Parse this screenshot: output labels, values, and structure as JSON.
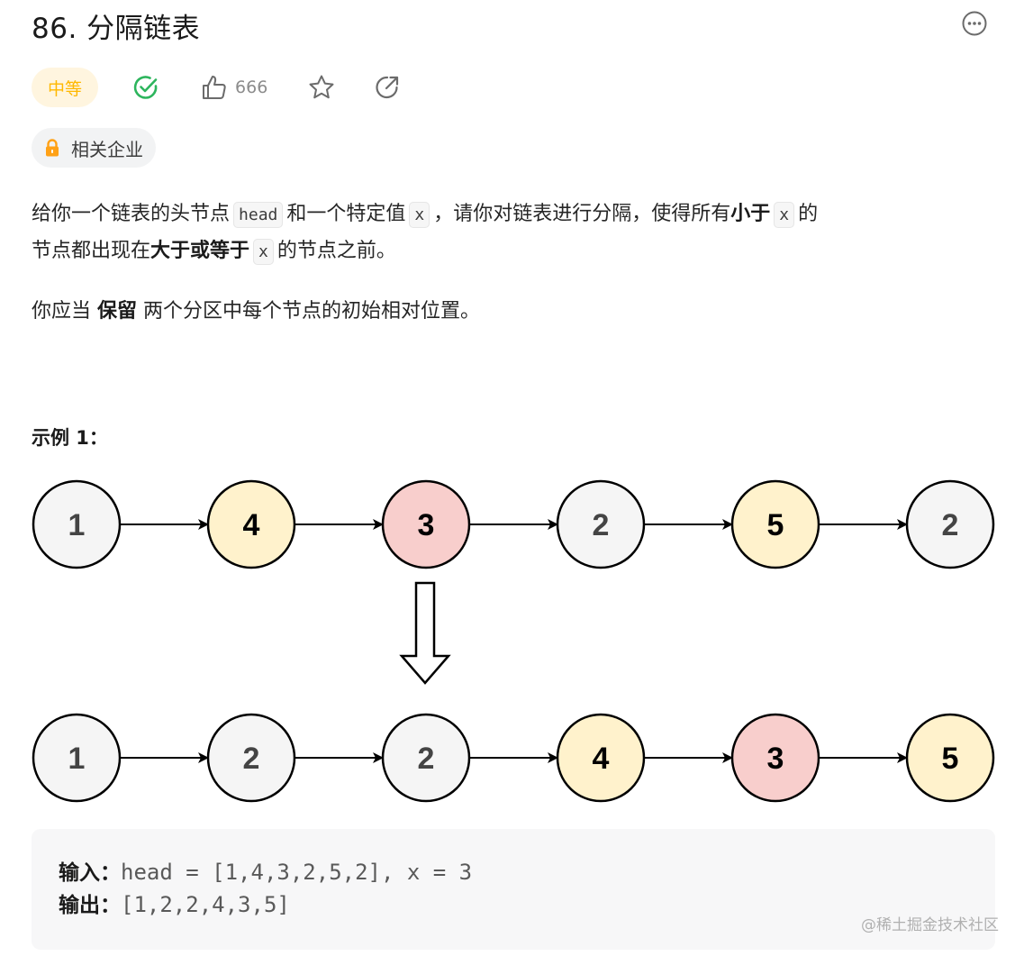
{
  "problem": {
    "title": "86. 分隔链表",
    "difficulty": "中等",
    "likes": "666",
    "company_tag": "相关企业"
  },
  "description": {
    "p1_a": "给你一个链表的头节点",
    "p1_code1": "head",
    "p1_b": "和一个特定值",
    "p1_code2": "x",
    "p1_c": "，请你对链表进行分隔，使得所有",
    "p1_bold1": "小于",
    "p1_code3": "x",
    "p1_d": "的",
    "p2_a": "节点都出现在",
    "p2_bold": "大于或等于",
    "p2_code": "x",
    "p2_b": "的节点之前。",
    "p3_a": "你应当",
    "p3_bold": "保留",
    "p3_b": "两个分区中每个节点的初始相对位置。"
  },
  "example": {
    "title": "示例 1：",
    "input_label": "输入：",
    "input_value": "head = [1,4,3,2,5,2], x = 3",
    "output_label": "输出：",
    "output_value": "[1,2,2,4,3,5]"
  },
  "diagram": {
    "before": [
      "1",
      "4",
      "3",
      "2",
      "5",
      "2"
    ],
    "after": [
      "1",
      "2",
      "2",
      "4",
      "3",
      "5"
    ],
    "colors": {
      "1": "#f5f5f5",
      "2": "#f5f5f5",
      "3": "#f8cecc",
      "4": "#fff2cc",
      "5": "#fff2cc"
    }
  },
  "watermark": "@稀土掘金技术社区"
}
